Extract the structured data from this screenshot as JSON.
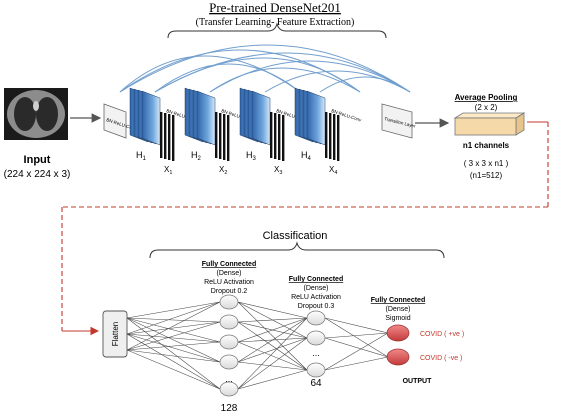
{
  "pretrained": {
    "title": "Pre-trained DenseNet201",
    "subtitle": "(Transfer Learning- Feature Extraction)"
  },
  "input": {
    "label": "Input",
    "size": "(224 x 224 x 3)"
  },
  "dense_blocks": [
    {
      "h_label": "H",
      "h_sub": "1",
      "x_label": "X",
      "x_sub": "1",
      "layer_text": "BN-ReLU-Conv"
    },
    {
      "h_label": "H",
      "h_sub": "2",
      "x_label": "X",
      "x_sub": "2",
      "layer_text": "BN-ReLU-Conv"
    },
    {
      "h_label": "H",
      "h_sub": "3",
      "x_label": "X",
      "x_sub": "3",
      "layer_text": "BN-ReLU-Conv"
    },
    {
      "h_label": "H",
      "h_sub": "4",
      "x_label": "X",
      "x_sub": "4",
      "layer_text": "BN-ReLU-Conv"
    }
  ],
  "first_layer_text": "BN-ReLU-Conv",
  "transition_layer_text": "Transition Layer",
  "pooling": {
    "title": "Average Pooling",
    "size": "(2 x 2)",
    "channels": "n1 channels",
    "shape": "( 3 x 3 x n1 )",
    "n": "(n1=512)"
  },
  "classification": {
    "title": "Classification",
    "flatten": "Flatten",
    "fc1": {
      "title": "Fully Connected",
      "type": "(Dense)",
      "activation": "ReLU Activation",
      "dropout": "Dropout 0.2",
      "count": "128",
      "dots": "..."
    },
    "fc2": {
      "title": "Fully Connected",
      "type": "(Dense)",
      "activation": "ReLU Activation",
      "dropout": "Dropout 0.3",
      "count": "64",
      "dots": "..."
    },
    "fc3": {
      "title": "Fully Connected",
      "type": "(Dense)",
      "activation": "Sigmoid"
    },
    "outputs": [
      "COVID ( +ve )",
      "COVID ( -ve )"
    ],
    "output_label": "OUTPUT"
  },
  "colors": {
    "accent_red": "#c0392b",
    "output_red": "#e05a5a",
    "block_blue": "#4a86c8",
    "pool_orange": "#f6d9a8"
  }
}
